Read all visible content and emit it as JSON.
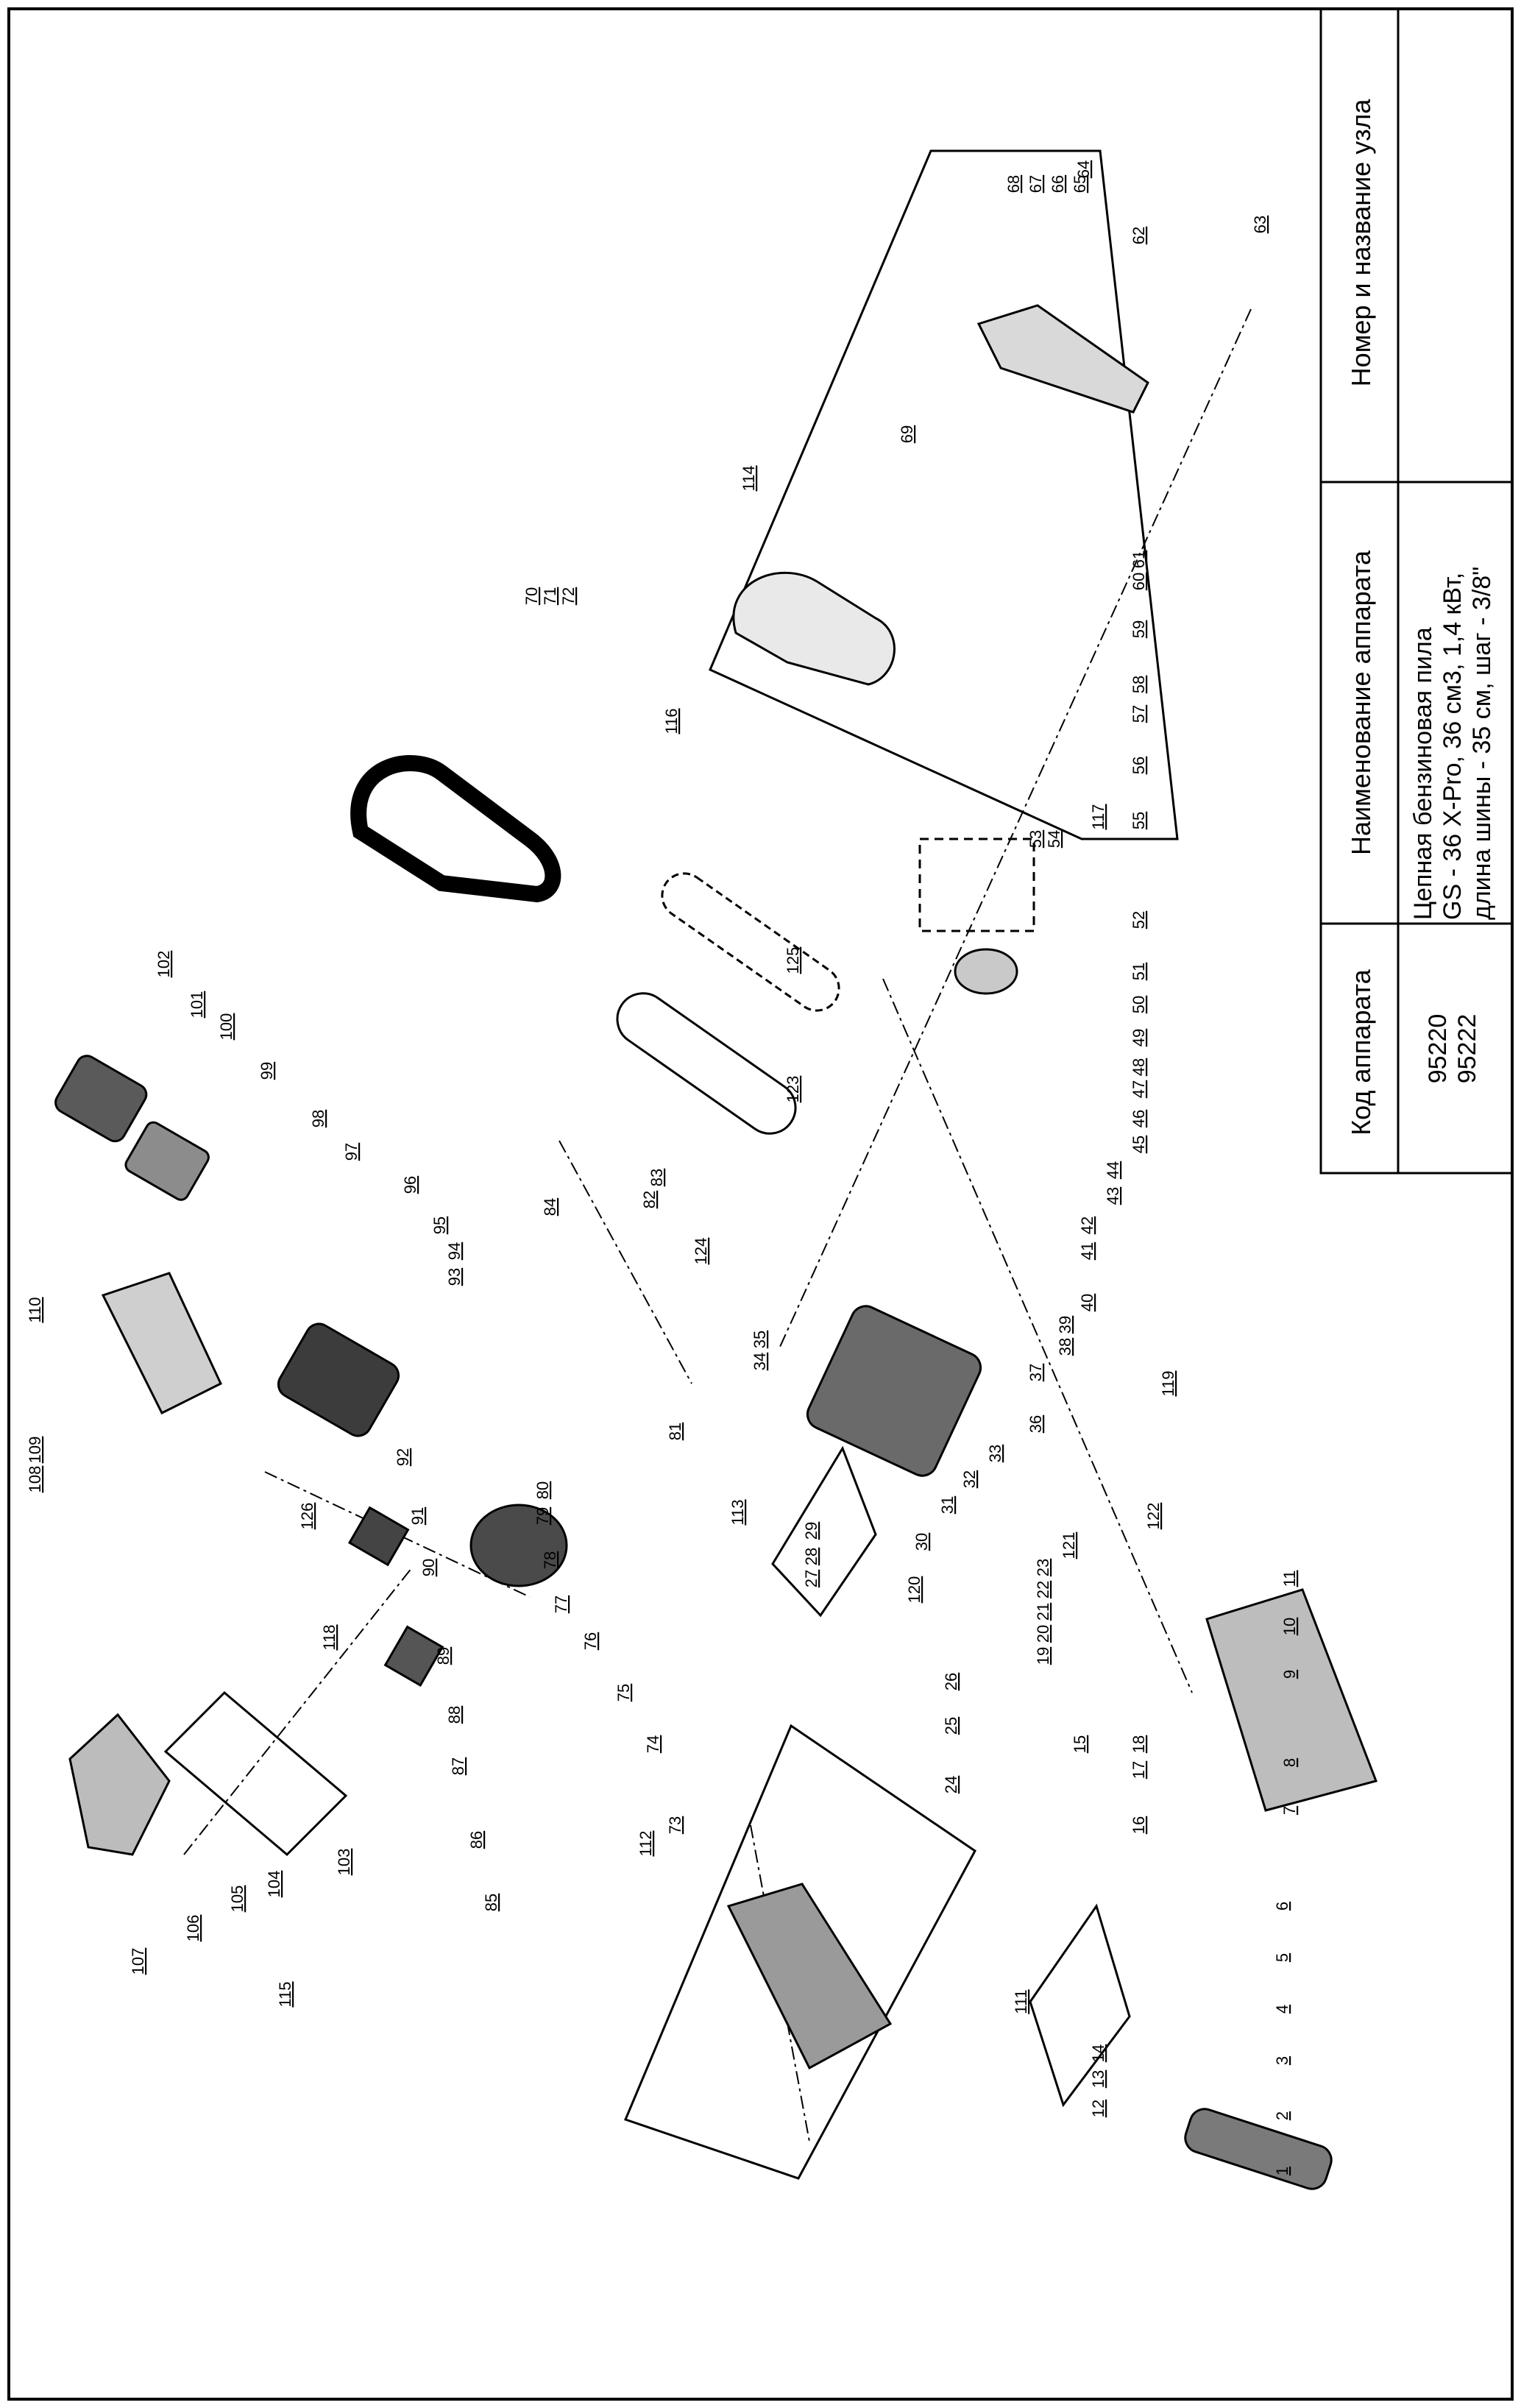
{
  "title_block": {
    "header_code": "Код аппарата",
    "header_name": "Наименование аппарата",
    "header_node": "Номер и название узла",
    "codes": [
      "95220",
      "95222"
    ],
    "name_lines": [
      "Цепная бензиновая пила",
      "GS - 36  X-Pro, 36 см3, 1,4 кВт,",
      "длина шины - 35 см, шаг - 3/8\""
    ]
  },
  "callouts": [
    "1",
    "2",
    "3",
    "4",
    "5",
    "6",
    "7",
    "8",
    "9",
    "10",
    "11",
    "12",
    "13",
    "14",
    "15",
    "16",
    "17",
    "18",
    "19",
    "20",
    "21",
    "22",
    "23",
    "24",
    "25",
    "26",
    "27",
    "28",
    "29",
    "30",
    "31",
    "32",
    "33",
    "34",
    "35",
    "36",
    "37",
    "38",
    "39",
    "40",
    "41",
    "42",
    "43",
    "44",
    "45",
    "46",
    "47",
    "48",
    "49",
    "50",
    "51",
    "52",
    "53",
    "54",
    "55",
    "56",
    "57",
    "58",
    "59",
    "60",
    "61",
    "62",
    "63",
    "64",
    "65",
    "66",
    "67",
    "68",
    "69",
    "70",
    "71",
    "72",
    "73",
    "74",
    "75",
    "76",
    "77",
    "78",
    "79",
    "80",
    "81",
    "82",
    "83",
    "84",
    "85",
    "86",
    "87",
    "88",
    "89",
    "90",
    "91",
    "92",
    "93",
    "94",
    "95",
    "96",
    "97",
    "98",
    "99",
    "100",
    "101",
    "102",
    "103",
    "104",
    "105",
    "106",
    "107",
    "108",
    "109",
    "110",
    "111",
    "112",
    "113",
    "114",
    "115",
    "116",
    "117",
    "118",
    "119",
    "120",
    "121",
    "122",
    "123",
    "124",
    "125",
    "126"
  ],
  "colors": {
    "line": "#000000",
    "part": "#2b2b2b",
    "paper": "#ffffff"
  }
}
